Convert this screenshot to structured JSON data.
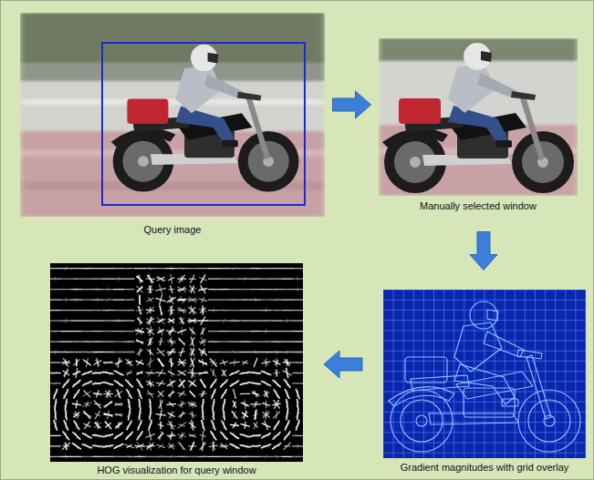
{
  "diagram": {
    "nodes": [
      {
        "text": [
          "Query image"
        ]
      },
      {
        "text": [
          "Manually selected window"
        ]
      },
      {
        "text": [
          "HOG visualization for query window"
        ]
      },
      {
        "text": [
          "Gradient magnitudes with grid overlay"
        ]
      }
    ],
    "edges": [
      {
        "from": 0,
        "to": 1,
        "arrow": "to"
      },
      {
        "from": 1,
        "to": 3,
        "arrow": "to"
      },
      {
        "from": 3,
        "to": 2,
        "arrow": "to"
      }
    ]
  }
}
